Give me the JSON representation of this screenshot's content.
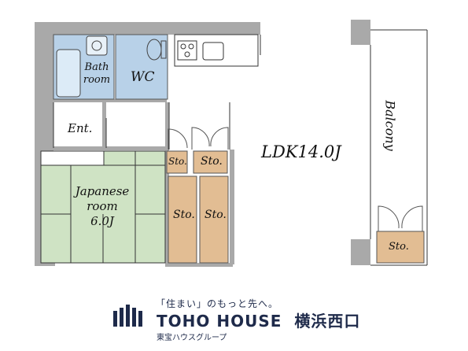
{
  "rooms": {
    "bath": [
      "Bath",
      "room"
    ],
    "wc": "WC",
    "entrance": "Ent.",
    "ldk": "LDK14.0J",
    "balcony": "Balcony",
    "japanese": [
      "Japanese",
      "room",
      "6.0J"
    ],
    "storage": "Sto."
  },
  "footer": {
    "tagline": "「住まい」のもっと先へ。",
    "brand": "TOHO HOUSE",
    "branch": "横浜西口",
    "company": "東宝ハウスグループ"
  },
  "colors": {
    "wall": "#a9a9a9",
    "bath_floor": "#b8d1e8",
    "tatami": "#cfe3c4",
    "storage": "#e2bd93",
    "brand": "#1e2a4a"
  }
}
